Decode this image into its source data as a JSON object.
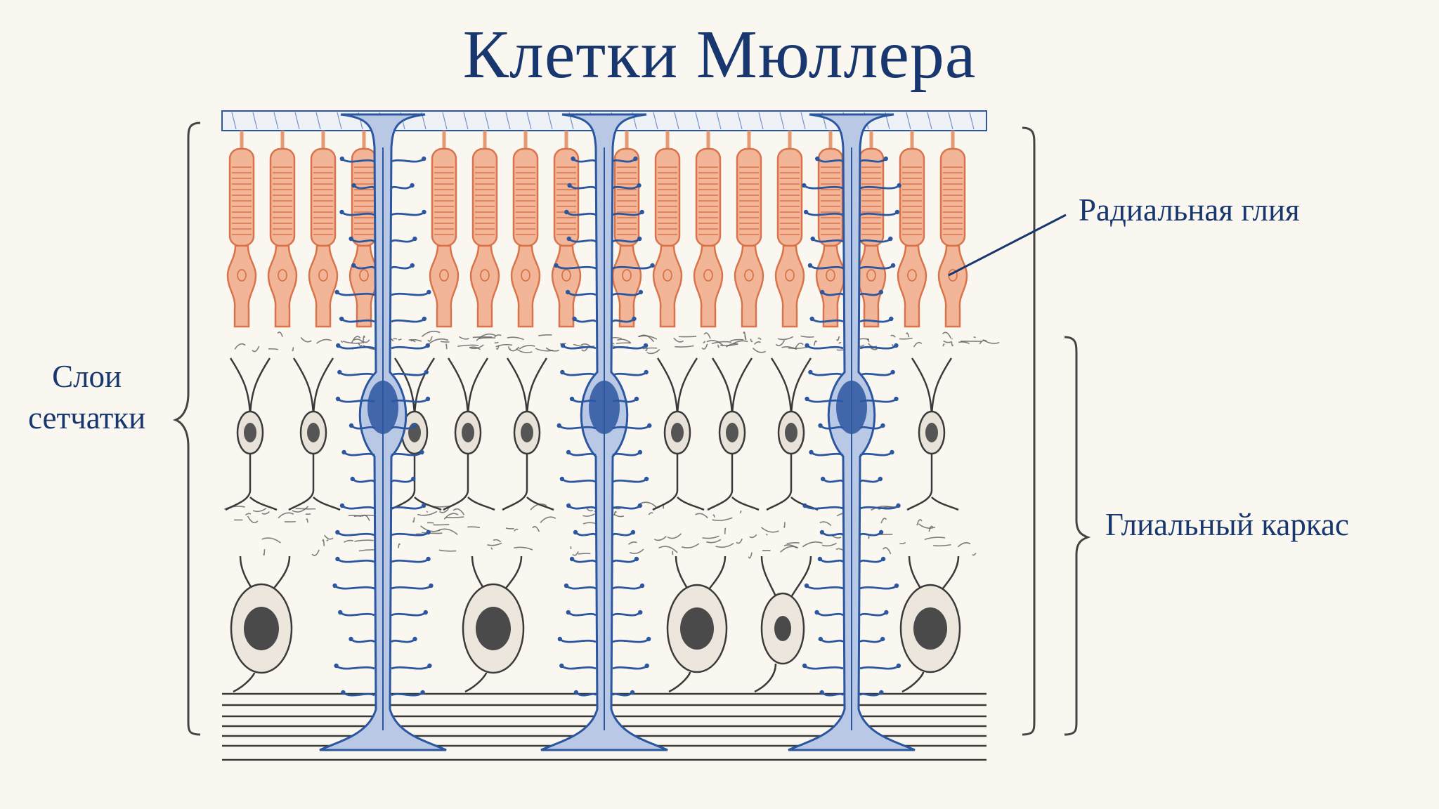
{
  "title": "Клетки Мюллера",
  "labels": {
    "layers_line1": "Слои",
    "layers_line2": "сетчатки",
    "radial_glia": "Радиальная глия",
    "glial_scaffold": "Глиальный каркас"
  },
  "colors": {
    "background": "#faf7f1",
    "title_text": "#17376e",
    "muller_glia": "#2b56a0",
    "photoreceptors": "#e59a74",
    "neurons": "#3a3a3a",
    "brackets": "#444444"
  }
}
